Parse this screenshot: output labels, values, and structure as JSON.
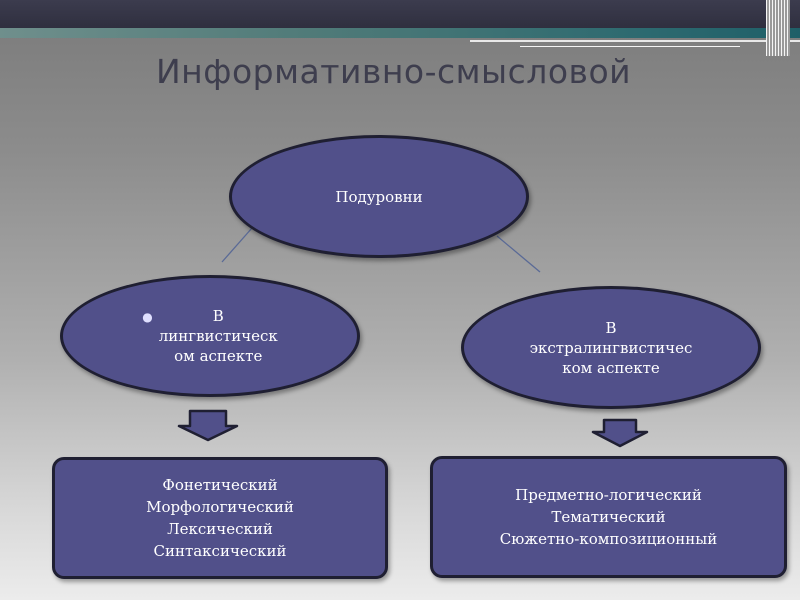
{
  "slide": {
    "title": "Информативно-смысловой"
  },
  "diagram": {
    "root": {
      "label": "Подуровни"
    },
    "left_node": {
      "label": "В\nлингвистическ\nом аспекте"
    },
    "right_node": {
      "label": "В\nэкстралингвистичес\nком аспекте"
    },
    "left_box": {
      "label": "Фонетический\nМорфологический\nЛексический\nСинтаксический"
    },
    "right_box": {
      "label": "Предметно-логический\nТематический\nСюжетно-композиционный"
    }
  },
  "colors": {
    "node_fill": "#51508a",
    "node_border": "#1f1f32",
    "arrow_fill": "#51508a",
    "connector": "#5a6a96",
    "title_text": "#3e3e4e"
  }
}
